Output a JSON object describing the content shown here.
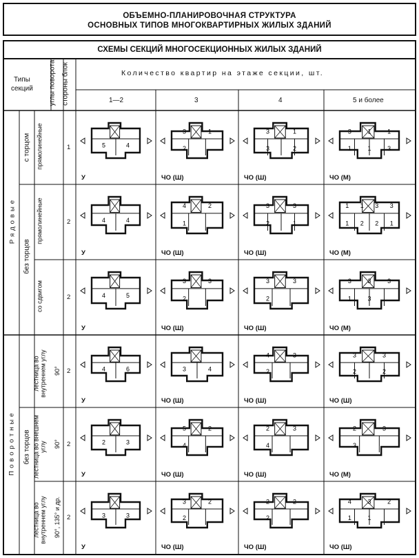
{
  "title": {
    "line1": "ОБЪЕМНО-ПЛАНИРОВОЧНАЯ СТРУКТУРА",
    "line2": "ОСНОВНЫХ ТИПОВ МНОГОКВАРТИРНЫХ ЖИЛЫХ ЗДАНИЙ"
  },
  "subtitle": "СХЕМЫ СЕКЦИЙ МНОГОСЕКЦИОННЫХ ЖИЛЫХ ЗДАНИЙ",
  "header": {
    "types_label_1": "Типы",
    "types_label_2": "секций",
    "angles_col": "углы поворота",
    "sides_col": "стороны блок",
    "count_header": "Количество квартир на этаже секции, шт.",
    "columns": [
      "1—2",
      "3",
      "4",
      "5 и более"
    ]
  },
  "groups": {
    "row_group": "Рядовые",
    "turn_group": "Поворотные"
  },
  "subgroups": {
    "with_end": "с торцом",
    "no_end_row": "без торцов",
    "no_end_turn": "без торцов"
  },
  "rows": [
    {
      "type": "прямолинейные",
      "angle": "",
      "sides": "1",
      "labels": [
        "У",
        "ЧО (Ш)",
        "ЧО (Ш)",
        "ЧО (М)"
      ]
    },
    {
      "type": "прямолинейные",
      "angle": "",
      "sides": "2",
      "labels": [
        "У",
        "ЧО (Ш)",
        "ЧО (Ш)",
        "ЧО (М)"
      ]
    },
    {
      "type": "со сдвигом",
      "angle": "",
      "sides": "2",
      "labels": [
        "У",
        "ЧО (Ш)",
        "ЧО (Ш)",
        "ЧО (М)"
      ]
    },
    {
      "type": "лестница во внутреннем углу",
      "angle": "90°",
      "sides": "2",
      "labels": [
        "У",
        "ЧО (Ш)",
        "ЧО (Ш)",
        "ЧО (Ш)"
      ]
    },
    {
      "type": "лестница во внешнем углу",
      "angle": "90°",
      "sides": "2",
      "labels": [
        "У",
        "ЧО (Ш)",
        "ЧО (Ш)",
        "ЧО (М)"
      ]
    },
    {
      "type": "лестница во внутреннем углу",
      "angle": "90°, 135° и др.",
      "sides": "2",
      "labels": [
        "У",
        "ЧО (Ш)",
        "ЧО (Ш)",
        "ЧО (Ш)"
      ]
    }
  ],
  "plans": [
    [
      [
        "5",
        "4"
      ],
      [
        "3",
        "1",
        "2"
      ],
      [
        "3",
        "1",
        "3",
        "2"
      ],
      [
        "3",
        "1",
        "1",
        "1",
        "1",
        "3"
      ]
    ],
    [
      [
        "4",
        "4"
      ],
      [
        "4",
        "2",
        "1"
      ],
      [
        "3",
        "3",
        "2",
        "1"
      ],
      [
        "1",
        "1",
        "3",
        "3",
        "1",
        "2",
        "2",
        "1"
      ]
    ],
    [
      [
        "4",
        "5"
      ],
      [
        "3",
        "3",
        "2"
      ],
      [
        "3",
        "3",
        "2"
      ],
      [
        "3",
        "3",
        "3",
        "1",
        "3"
      ]
    ],
    [
      [
        "4",
        "6"
      ],
      [
        "3",
        "4"
      ],
      [
        "4",
        "3",
        "2"
      ],
      [
        "3",
        "3",
        "2",
        "2"
      ]
    ],
    [
      [
        "2",
        "3"
      ],
      [
        "5",
        "2",
        "4"
      ],
      [
        "2",
        "3",
        "4"
      ],
      [
        "2",
        "3",
        "3"
      ]
    ],
    [
      [
        "3",
        "3"
      ],
      [
        "3",
        "2",
        "2"
      ],
      [
        "2",
        "2",
        "2"
      ],
      [
        "4",
        "3",
        "2",
        "1",
        "1"
      ]
    ]
  ]
}
